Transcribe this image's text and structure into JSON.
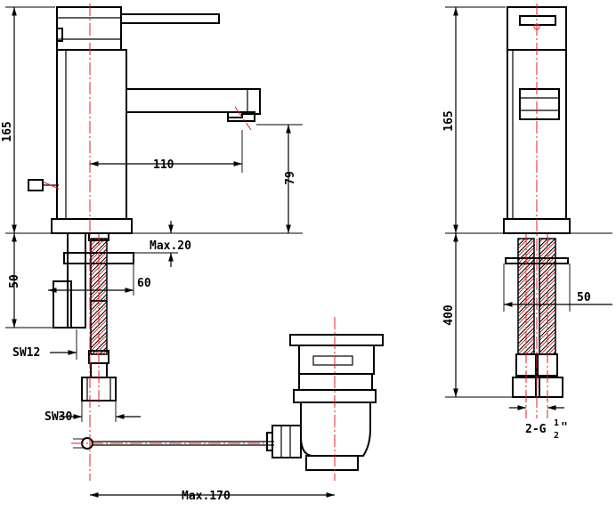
{
  "dimensions": {
    "height_165_left": "165",
    "height_165_right": "165",
    "reach_110": "110",
    "spout_79": "79",
    "max_20": "Max.20",
    "depth_50": "50",
    "hole_60": "60",
    "sw12": "SW12",
    "sw30": "SW30",
    "max_170": "Max.170",
    "hose_400": "400",
    "width_50": "50",
    "thread": "2-G",
    "thread_num": "1",
    "thread_den": "2",
    "thread_unit": "\""
  },
  "colors": {
    "line": "#000000",
    "centerline": "#e02020"
  }
}
